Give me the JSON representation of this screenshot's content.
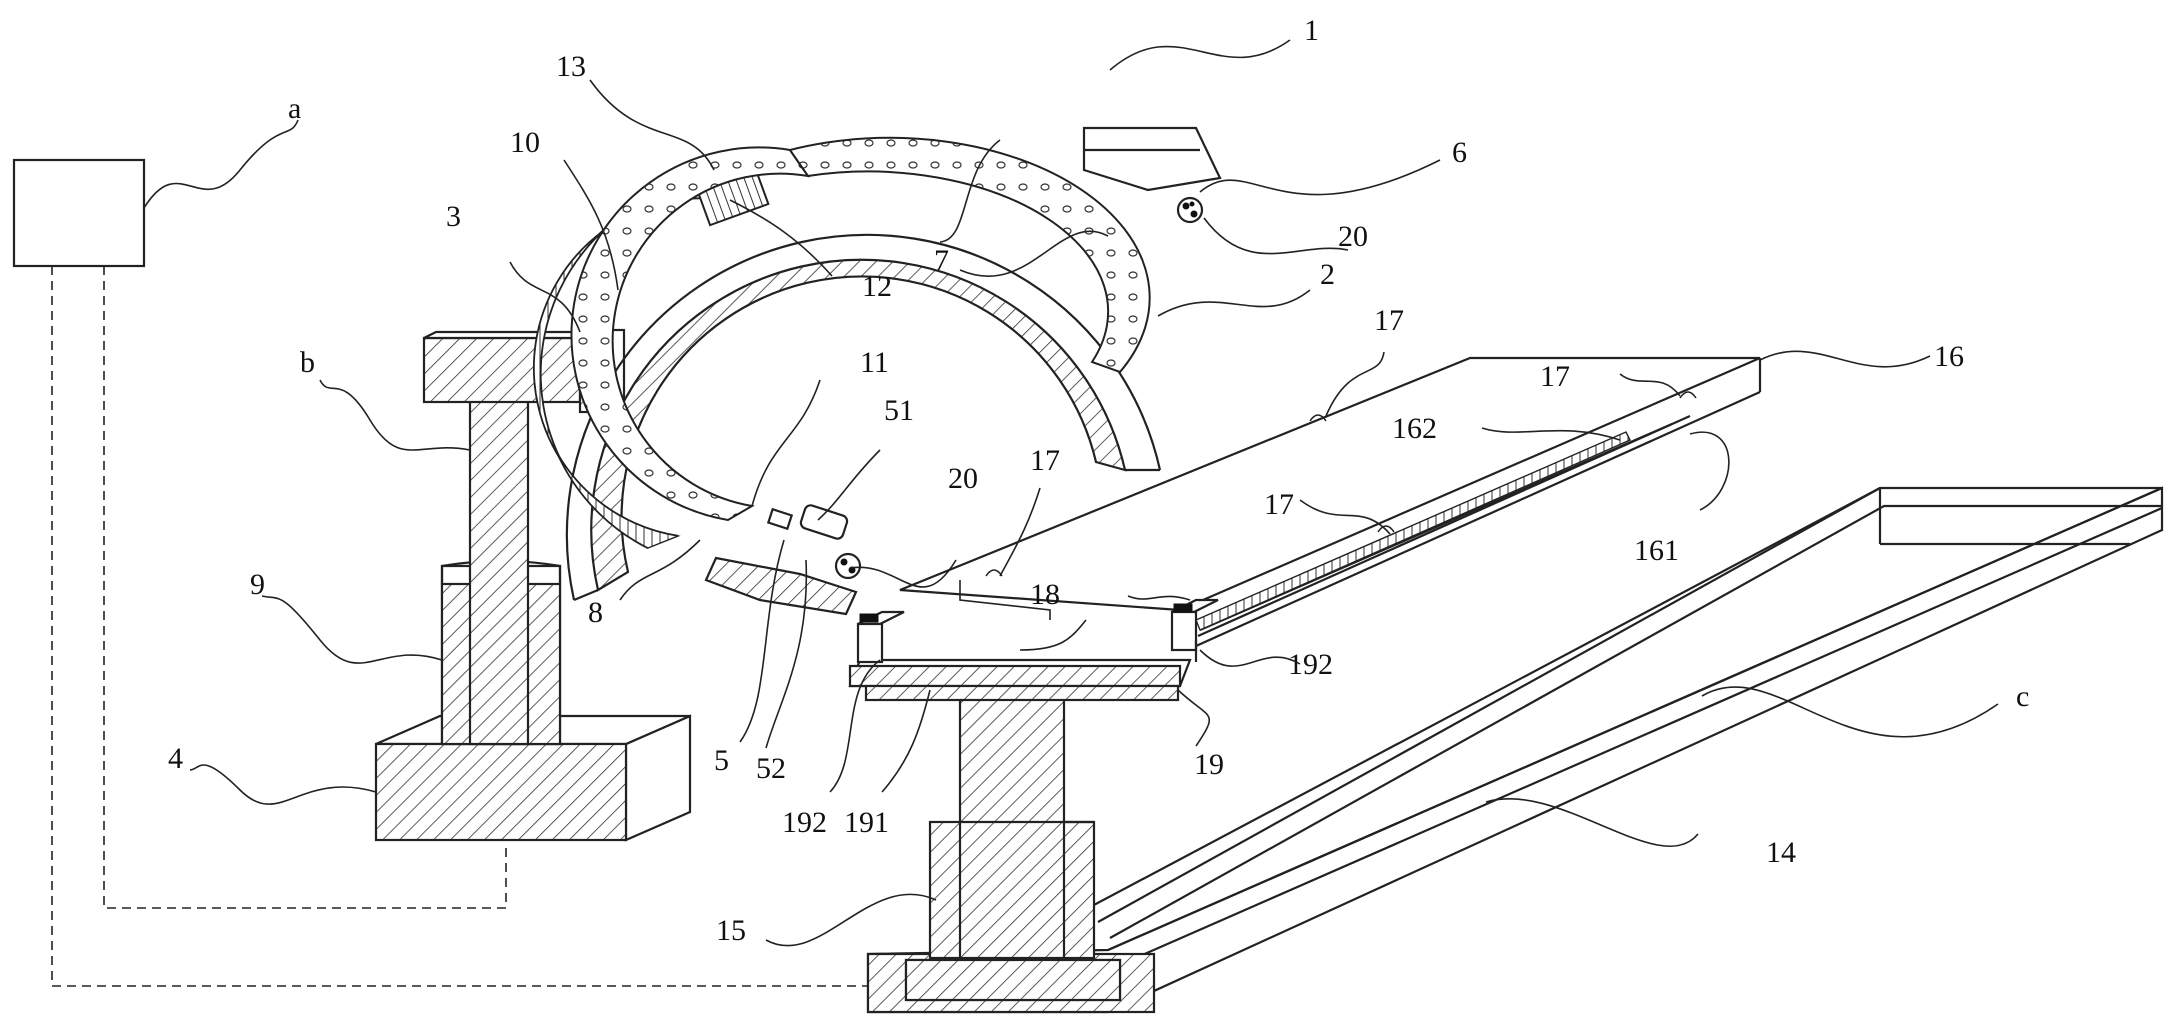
{
  "figure": {
    "labels": {
      "l1": "1",
      "l2": "2",
      "l3": "3",
      "l4": "4",
      "l5": "5",
      "l6": "6",
      "l7": "7",
      "l8": "8",
      "l9": "9",
      "l10": "10",
      "l11": "11",
      "l12": "12",
      "l13": "13",
      "l14": "14",
      "l15": "15",
      "l16": "16",
      "l17a": "17",
      "l17b": "17",
      "l17c": "17",
      "l17d": "17",
      "l18": "18",
      "l19": "19",
      "l20a": "20",
      "l20b": "20",
      "l51": "51",
      "l52": "52",
      "l161": "161",
      "l162": "162",
      "l191": "191",
      "l192a": "192",
      "l192b": "192",
      "la": "a",
      "lb": "b",
      "lc": "c"
    }
  }
}
